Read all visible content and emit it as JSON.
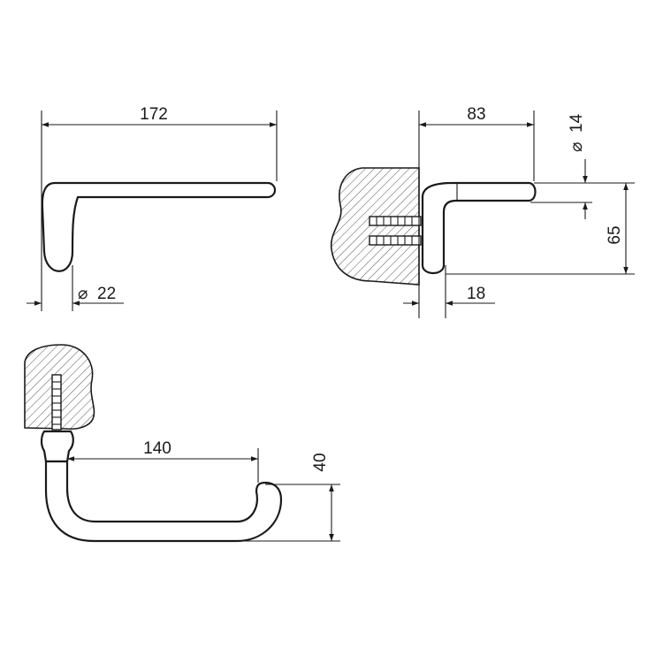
{
  "dimensions": {
    "front_length": "172",
    "front_diameter": "22",
    "side_depth": "83",
    "side_rod_diameter": "14",
    "side_height": "65",
    "side_base_thickness": "18",
    "top_span": "140",
    "top_offset": "40"
  },
  "symbols": {
    "diameter": "⌀"
  }
}
